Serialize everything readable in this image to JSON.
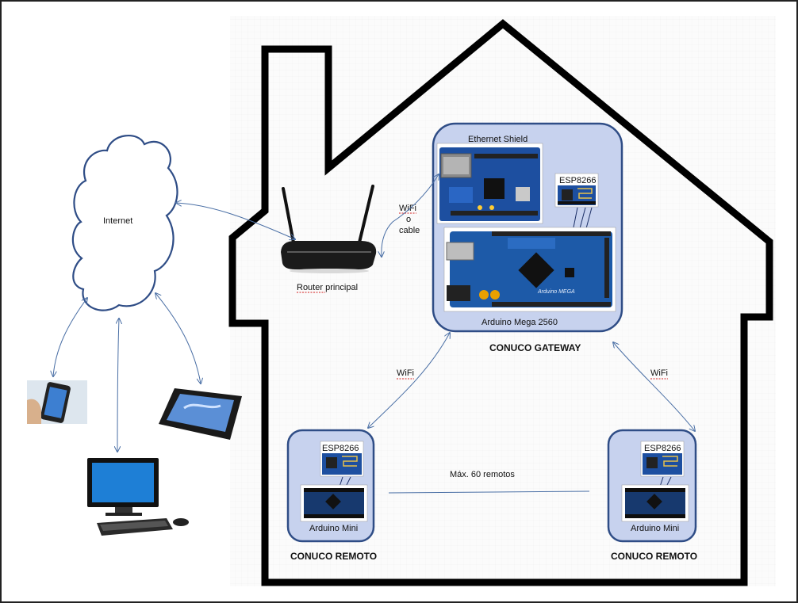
{
  "labels": {
    "internet": "Internet",
    "router": "Router principal",
    "wifi_o_cable": [
      "WiFi",
      "o",
      "cable"
    ],
    "ethernet_shield": "Ethernet Shield",
    "esp_gateway": "ESP8266",
    "arduino_mega": "Arduino Mega 2560",
    "conuco_gateway": "CONUCO GATEWAY",
    "wifi_left": "WiFi",
    "wifi_right": "WiFi",
    "esp_remote_left": "ESP8266",
    "esp_remote_right": "ESP8266",
    "arduino_mini_left": "Arduino Mini",
    "arduino_mini_right": "Arduino Mini",
    "remote_left": "CONUCO REMOTO",
    "remote_right": "CONUCO REMOTO",
    "max_remotes": "Máx. 60 remotos"
  },
  "colors": {
    "panel_fill": "#c7d2ee",
    "panel_border": "#2f4d86",
    "arrow": "#4a6fa5",
    "house_outline": "#000000",
    "board_blue": "#1d4fa0"
  },
  "icons": {
    "cloud": "cloud-icon",
    "router": "router-icon",
    "phone": "smartphone-icon",
    "tablet": "tablet-icon",
    "desktop": "desktop-computer-icon"
  }
}
